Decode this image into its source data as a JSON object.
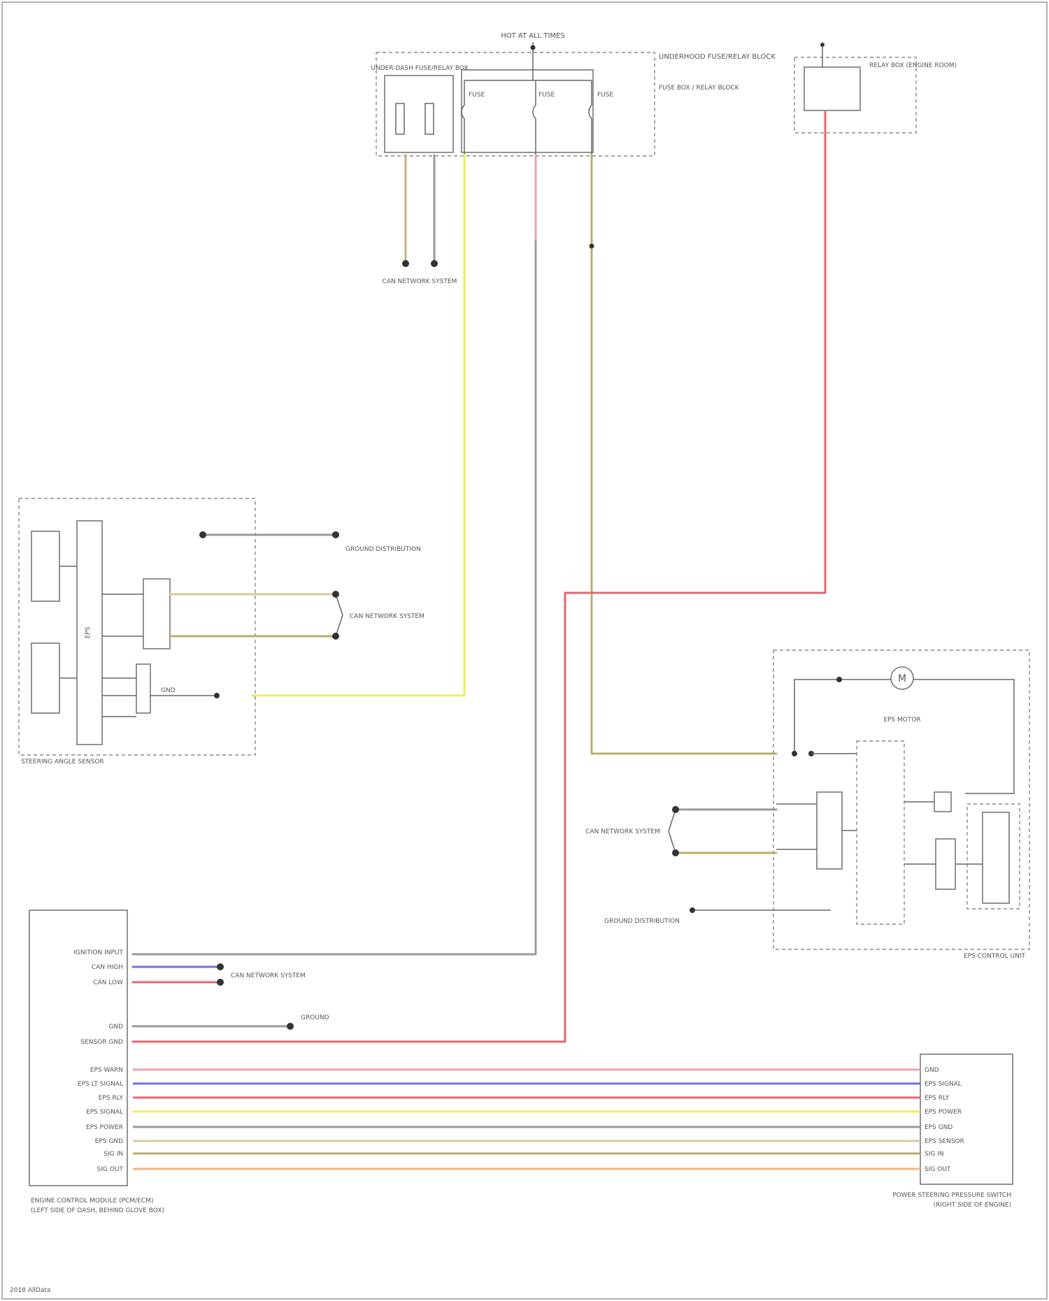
{
  "texts": {
    "power_src": "HOT AT ALL TIMES",
    "fuse_box": "FUSE BOX / RELAY BLOCK",
    "fuse_left": "FUSE",
    "fuse_mid": "FUSE",
    "fuse_right": "FUSE",
    "underhood_box": "UNDERHOOD FUSE/RELAY BLOCK",
    "under_dash": "UNDER-DASH FUSE/RELAY BOX",
    "right_fuse_box": "RELAY BOX (ENGINE ROOM)",
    "network_top": "CAN NETWORK SYSTEM",
    "left_module": "STEERING ANGLE SENSOR",
    "left_ecu": "EPS",
    "ground_ref1": "GROUND DISTRIBUTION",
    "network_left": "CAN NETWORK SYSTEM",
    "left_gnd_pin": "GND",
    "right_module": "EPS CONTROL UNIT",
    "motor": "EPS MOTOR",
    "network_right": "CAN NETWORK SYSTEM",
    "ground_ref2": "GROUND DISTRIBUTION",
    "bottom_left_module": "ENGINE CONTROL MODULE (PCM/ECM)",
    "bottom_left_sub": "(LEFT SIDE OF DASH, BEHIND GLOVE BOX)",
    "bottom_right_module": "POWER STEERING PRESSURE SWITCH",
    "bottom_right_sub": "(RIGHT SIDE OF ENGINE)",
    "network_bottom": "CAN NETWORK SYSTEM",
    "ground_bottom": "GROUND",
    "footer": "2018 AllData"
  },
  "left_pins": [
    "IGNITION INPUT",
    "CAN HIGH",
    "CAN LOW",
    "GND",
    "SENSOR GND",
    "EPS WARN",
    "EPS LT SIGNAL",
    "EPS RLY",
    "EPS SIGNAL",
    "EPS POWER",
    "EPS GND",
    "SIG IN",
    "SIG OUT"
  ],
  "right_pins": [
    "GND",
    "EPS SIGNAL",
    "EPS RLY",
    "EPS POWER",
    "EPS GND",
    "EPS SENSOR",
    "SIG IN",
    "SIG OUT"
  ],
  "wire_colors": {
    "red": "#e8666e",
    "yellow": "#ecec5a",
    "olive": "#b9ad6e",
    "gray": "#9a9a9a",
    "blue": "#6f6fe6",
    "pink": "#f0a0b0",
    "orange": "#f3b67e",
    "tan": "#d8c89a"
  }
}
